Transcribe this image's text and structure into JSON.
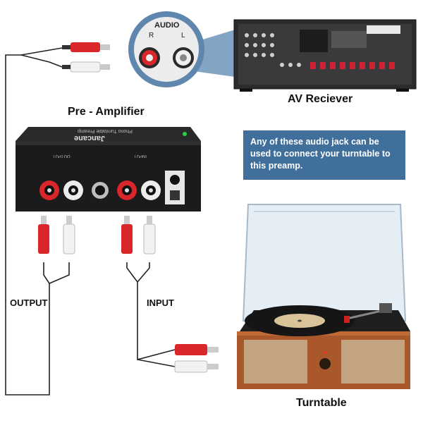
{
  "labels": {
    "pre_amplifier": "Pre - Amplifier",
    "av_receiver": "AV Reciever",
    "output": "OUTPUT",
    "input": "INPUT",
    "turntable": "Turntable"
  },
  "callout": {
    "text": "Any of these audio jack can be used to connect your turntable to this preamp."
  },
  "audio_zoom": {
    "title": "AUDIO",
    "right": "R",
    "left": "L"
  },
  "preamp": {
    "brand": "Jancane",
    "model": "Phono Turntable Preamp",
    "output_port_label": "OUTPUT",
    "input_port_label": "INPUT"
  },
  "colors": {
    "callout_bg": "#3f6f9a",
    "zoom_ring": "#5f87ad",
    "rca_red": "#d8262b",
    "rca_white": "#f2f2f2",
    "preamp_body": "#1b1b1b",
    "receiver_body": "#2c2c2e",
    "turntable_wood": "#a8582a"
  }
}
